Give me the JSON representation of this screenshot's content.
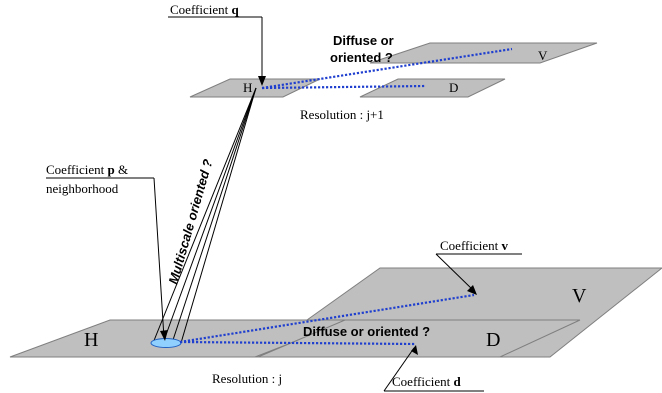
{
  "diagram": {
    "colors": {
      "plane_fill": "#bfbfbf",
      "plane_stroke": "#7f7f7f",
      "dotted_line": "#1f3fcf",
      "ellipse_fill": "#8fd0ff",
      "ellipse_stroke": "#2060c0",
      "text": "#000000"
    },
    "upper_level": {
      "resolution_label": "Resolution : j+1",
      "question": [
        "Diffuse or",
        "oriented ?"
      ],
      "subbands": {
        "h": "H",
        "d": "D",
        "v": "V"
      },
      "coefficient_label_prefix": "Coefficient ",
      "coefficient_symbol": "q"
    },
    "lower_level": {
      "resolution_label": "Resolution : j",
      "question": "Diffuse or oriented ?",
      "subbands": {
        "h": "H",
        "d": "D",
        "v": "V"
      },
      "coefficient_v_prefix": "Coefficient ",
      "coefficient_v_symbol": "v",
      "coefficient_d_prefix": "Coefficient ",
      "coefficient_d_symbol": "d",
      "coefficient_p_prefix": "Coefficient ",
      "coefficient_p_symbol": "p",
      "coefficient_p_suffix": " &",
      "coefficient_p_line2": "neighborhood"
    },
    "cross_scale_label": "Multiscale oriented ?"
  }
}
